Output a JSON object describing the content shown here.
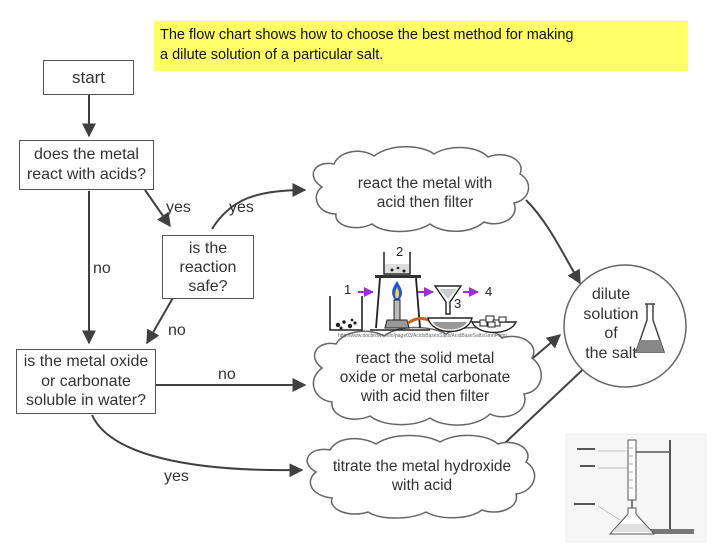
{
  "caption": {
    "line1": "The flow chart shows how to choose the best method for making",
    "line2": "a dilute solution of a particular salt."
  },
  "boxes": {
    "start": "start",
    "react_acids": {
      "line1": "does the metal",
      "line2": "react with acids?"
    },
    "reaction_safe": {
      "line1": "is the",
      "line2": "reaction",
      "line3": "safe?"
    },
    "oxide_soluble": {
      "line1": "is the metal oxide",
      "line2": "or carbonate",
      "line3": "soluble in water?"
    }
  },
  "clouds": {
    "react_metal": {
      "line1": "react the metal with",
      "line2": "acid then filter"
    },
    "react_oxide": {
      "line1": "react the solid metal",
      "line2": "oxide or metal carbonate",
      "line3": "with acid then filter"
    },
    "titrate": {
      "line1": "titrate the metal hydroxide",
      "line2": "with acid"
    }
  },
  "result": {
    "line1": "dilute",
    "line2": "solution",
    "line3": "of",
    "line4": "the salt"
  },
  "labels": {
    "yes_1": "yes",
    "yes_2": "yes",
    "no_left": "no",
    "no_safe": "no",
    "no_oxide": "no",
    "yes_titrate": "yes"
  },
  "apparatus": {
    "step1": "1",
    "step2": "2",
    "step3": "3",
    "step4": "4",
    "source_url": "http://www.docbrown.info/page03/AcidsBasesSalts/AcidBaseSaltsGmnF.htm"
  },
  "colors": {
    "caption_bg": "#ffff66",
    "arrow": "#404040",
    "step_arrow": "#9b30d9",
    "flame": "#2255dd"
  }
}
